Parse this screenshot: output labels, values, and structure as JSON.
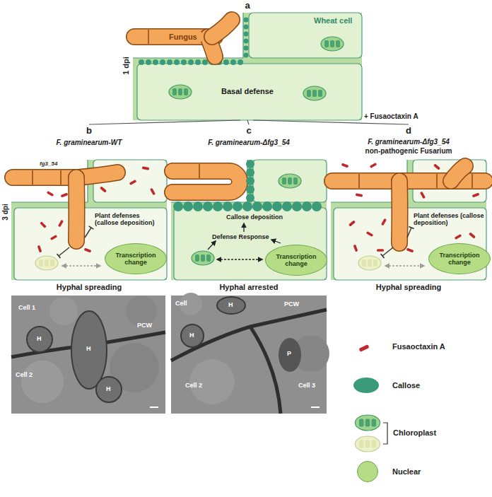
{
  "diagram": {
    "nodes": [
      {
        "text": [
          "Fungus"
        ]
      },
      {
        "text": [
          "Transcription change"
        ]
      },
      {
        "text": [
          "Transcription change"
        ]
      },
      {
        "text": [
          "Transcription change"
        ]
      }
    ],
    "labels": [
      "a",
      "1 dpi",
      "Wheat cell",
      "Basal defense",
      "+ Fusaoctaxin A",
      "b",
      "F. graminearum-WT",
      "c",
      "F. graminearum-Δfg3_54",
      "d",
      "F. graminearum-Δfg3_54",
      "non-pathogenic Fusarium",
      "3 dpi",
      "fg3_54",
      "Plant defenses (callose deposition)",
      "Hyphal spreading",
      "Callose deposition",
      "Defense Response",
      "Hyphal arrested",
      "Plant defenses (callose deposition)",
      "Hyphal spreading",
      "Cell 1",
      "H",
      "PCW",
      "H",
      "Cell 2",
      "H",
      "Cell",
      "H",
      "H",
      "PCW",
      "P",
      "Cell 2",
      "Cell 3"
    ],
    "legend": [
      {
        "text": "Fusaoctaxin A",
        "color": "#c0282d"
      },
      {
        "text": "Callose",
        "color": "#3a9a79"
      },
      {
        "text": "Chloroplast"
      },
      {
        "text": "Nuclear",
        "color": "#b6dd85"
      }
    ]
  }
}
